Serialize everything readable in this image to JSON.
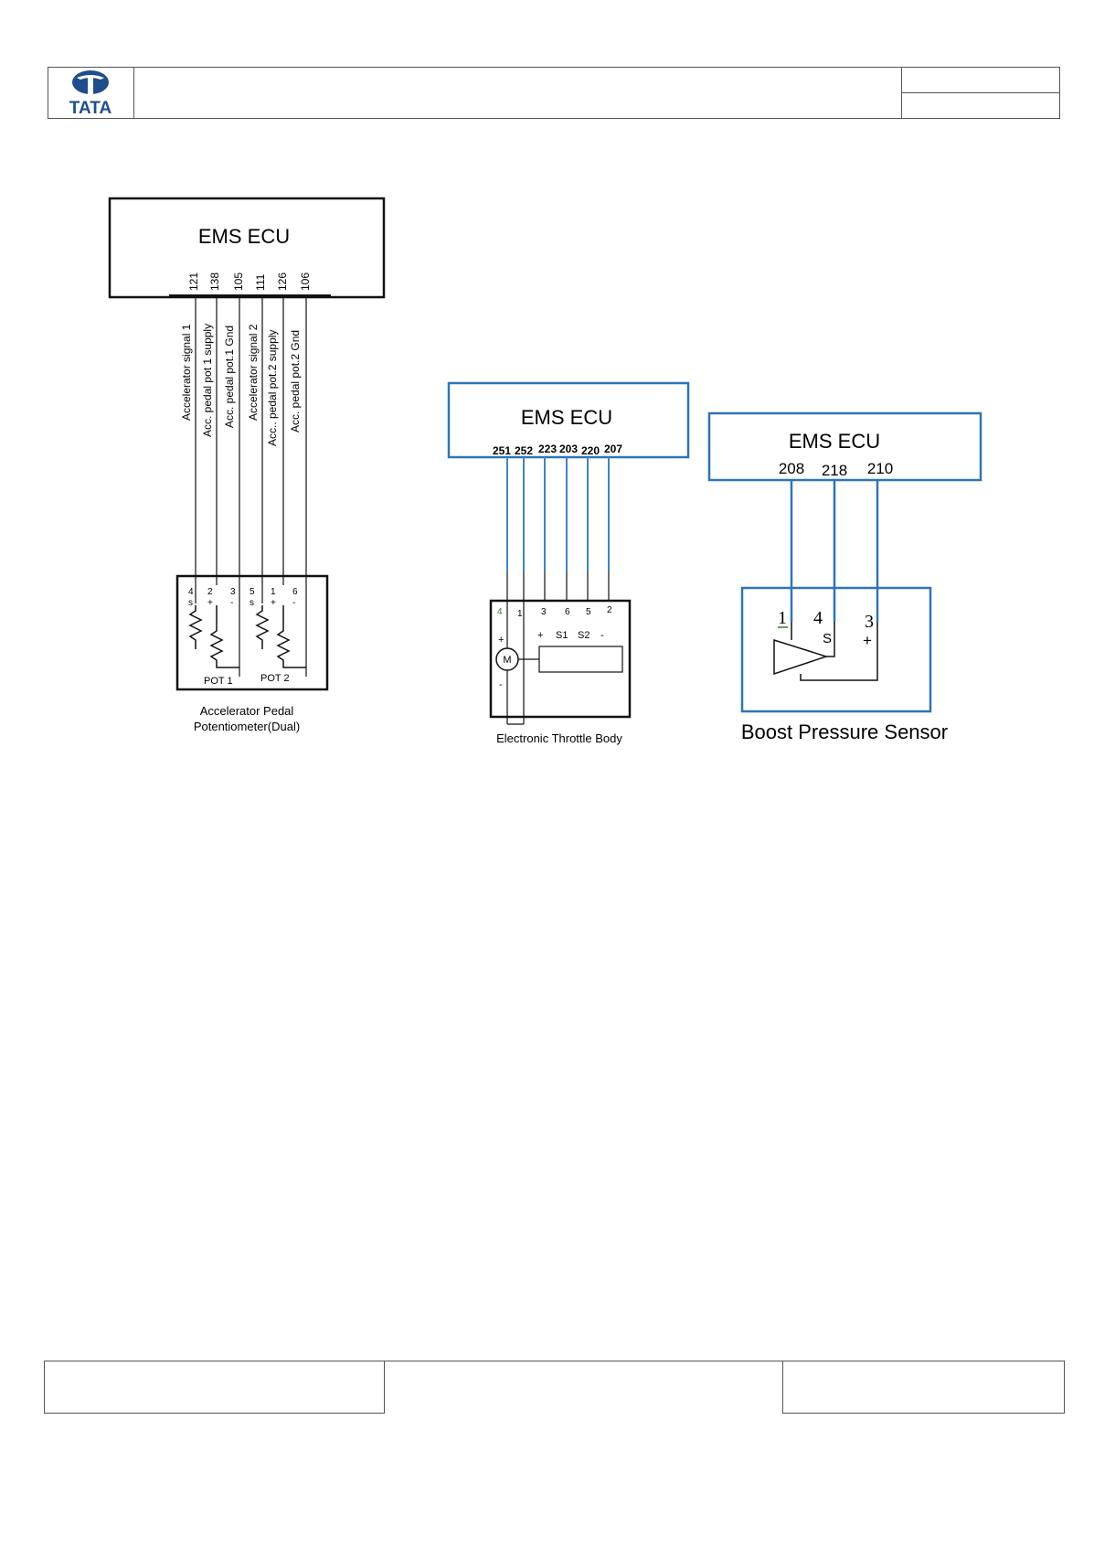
{
  "header": {
    "logo_text": "TATA",
    "brand_color": "#1f4e8c"
  },
  "diagram_pedal": {
    "ecu_title": "EMS ECU",
    "pins": [
      "121",
      "138",
      "105",
      "111",
      "126",
      "106"
    ],
    "signals": [
      "Accelerator signal 1",
      "Acc. pedal pot 1 supply",
      "Acc. pedal pot.1 Gnd",
      "Accelerator signal 2",
      "Acc.. pedal pot.2 supply",
      "Acc. pedal pot.2 Gnd"
    ],
    "connector_pins": [
      "4",
      "2",
      "3",
      "5",
      "1",
      "6"
    ],
    "connector_marks": [
      "s",
      "+",
      "-",
      "s",
      "+",
      "-"
    ],
    "pot1_label": "POT 1",
    "pot2_label": "POT 2",
    "caption_line1": "Accelerator Pedal",
    "caption_line2": "Potentiometer(Dual)"
  },
  "diagram_throttle": {
    "ecu_title": "EMS ECU",
    "pins": [
      "251",
      "252",
      "223",
      "203",
      "220",
      "207"
    ],
    "connector_pins": [
      "4",
      "1",
      "3",
      "6",
      "5",
      "2"
    ],
    "plus_left": "+",
    "minus_left": "-",
    "plus_label": "+",
    "s1_label": "S1",
    "s2_label": "S2",
    "minus_label": "-",
    "motor_label": "M",
    "caption": "Electronic Throttle  Body",
    "line_color": "#3d85c6"
  },
  "diagram_boost": {
    "ecu_title": "EMS ECU",
    "pins": [
      "208",
      "218",
      "210"
    ],
    "sensor_pins": [
      "1",
      "4",
      "3"
    ],
    "s_label": "S",
    "plus_label": "+",
    "caption": "Boost Pressure Sensor",
    "box_color": "#2e75b6"
  }
}
